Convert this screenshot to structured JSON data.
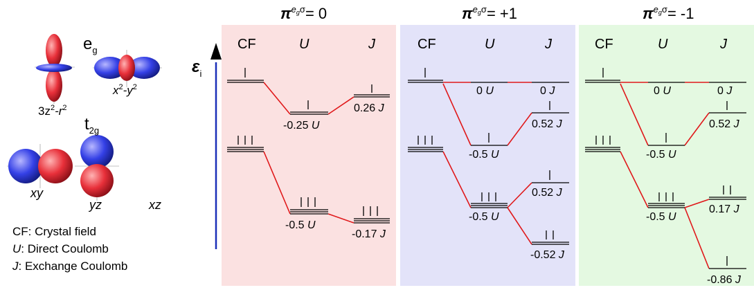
{
  "legend": {
    "cf": "CF: Crystal field",
    "u_sym": "U",
    "u_rest": ": Direct Coulomb",
    "j_sym": "J",
    "j_rest": ": Exchange Coulomb"
  },
  "orbitals": {
    "eg_main": "e",
    "eg_sub": "g",
    "t2g_main": "t",
    "t2g_sub": "2g",
    "z2_a": "3z",
    "z2_b": "2",
    "z2_c": "-r",
    "z2_d": "2",
    "x2_a": "x",
    "x2_b": "2",
    "x2_c": "-y",
    "x2_d": "2",
    "xy": "xy",
    "yz": "yz",
    "xz": "xz"
  },
  "axis": {
    "symbol": "ε",
    "sub": "i"
  },
  "panels": [
    {
      "title_pi": "π",
      "title_sup": "e",
      "title_supsub": "g",
      "title_sigma": "σ",
      "title_value": "= 0",
      "background": "#fbe1e1",
      "col_cf": "CF",
      "col_u": "U",
      "col_j": "J",
      "labels": [
        {
          "num": "-0.25 ",
          "sym": "U"
        },
        {
          "num": "0.26 ",
          "sym": "J"
        },
        {
          "num": "-0.5 ",
          "sym": "U"
        },
        {
          "num": "-0.17 ",
          "sym": "J"
        }
      ]
    },
    {
      "title_pi": "π",
      "title_sup": "e",
      "title_supsub": "g",
      "title_sigma": "σ",
      "title_value": "= +1",
      "background": "#e3e3f9",
      "col_cf": "CF",
      "col_u": "U",
      "col_j": "J",
      "labels": [
        {
          "num": "0 ",
          "sym": "U"
        },
        {
          "num": "0 ",
          "sym": "J"
        },
        {
          "num": "0.52 ",
          "sym": "J"
        },
        {
          "num": "-0.5 ",
          "sym": "U"
        },
        {
          "num": "0.52 ",
          "sym": "J"
        },
        {
          "num": "-0.5 ",
          "sym": "U"
        },
        {
          "num": "-0.52 ",
          "sym": "J"
        }
      ]
    },
    {
      "title_pi": "π",
      "title_sup": "e",
      "title_supsub": "g",
      "title_sigma": "σ",
      "title_value": "= -1",
      "background": "#e4f9e1",
      "col_cf": "CF",
      "col_u": "U",
      "col_j": "J",
      "labels": [
        {
          "num": "0 ",
          "sym": "U"
        },
        {
          "num": "0 ",
          "sym": "J"
        },
        {
          "num": "0.52 ",
          "sym": "J"
        },
        {
          "num": "-0.5 ",
          "sym": "U"
        },
        {
          "num": "0.17 ",
          "sym": "J"
        },
        {
          "num": "-0.5 ",
          "sym": "U"
        },
        {
          "num": "-0.86 ",
          "sym": "J"
        }
      ]
    }
  ],
  "colors": {
    "connector": "#e0191b",
    "axis": "#1a2fb8",
    "level": "#000000"
  }
}
